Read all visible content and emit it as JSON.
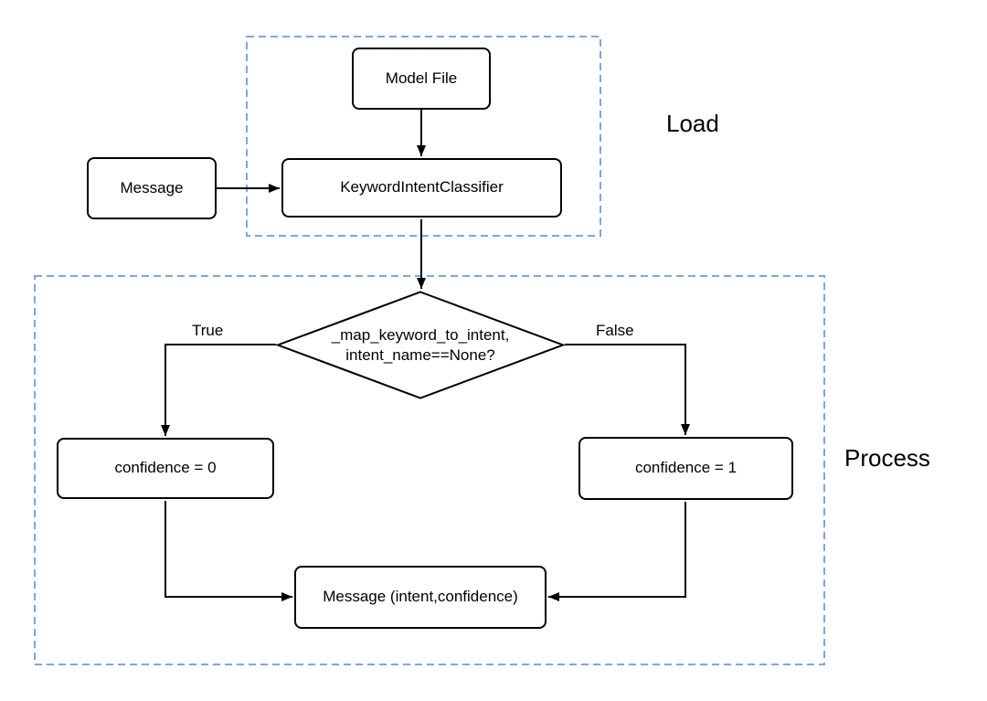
{
  "groups": {
    "load": {
      "label": "Load"
    },
    "process": {
      "label": "Process"
    }
  },
  "nodes": {
    "model_file": {
      "label": "Model File"
    },
    "message_input": {
      "label": "Message"
    },
    "classifier": {
      "label": "KeywordIntentClassifier"
    },
    "decision": {
      "line1": "_map_keyword_to_intent,",
      "line2": "intent_name==None?"
    },
    "confidence_zero": {
      "label": "confidence = 0"
    },
    "confidence_one": {
      "label": "confidence = 1"
    },
    "message_output": {
      "label": "Message (intent,confidence)"
    }
  },
  "edges": {
    "true_label": "True",
    "false_label": "False"
  },
  "colors": {
    "background": "#ffffff",
    "node_fill": "#ffffff",
    "node_border": "#000000",
    "arrow": "#000000",
    "group_border": "#7ea6e0",
    "text": "#000000"
  }
}
